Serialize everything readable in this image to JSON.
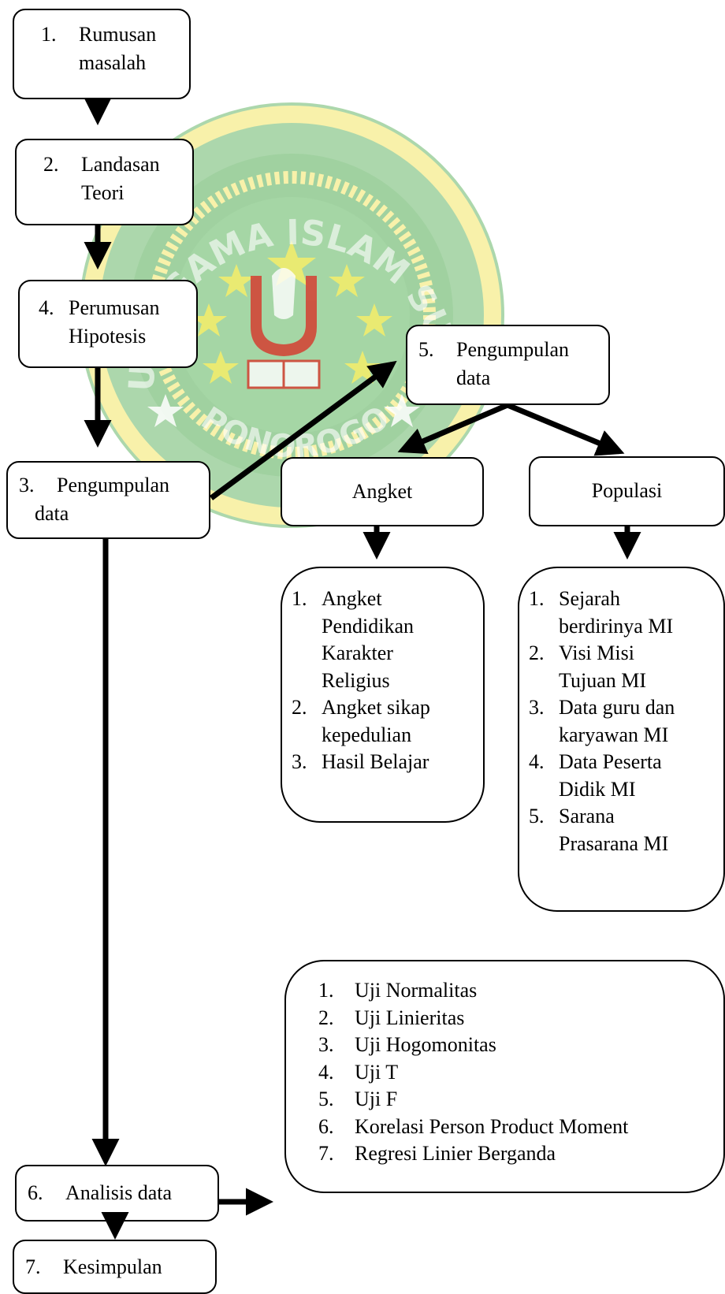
{
  "watermark": {
    "top_text": "INSTITUT AGAMA ISLAM SUNAN GIRI",
    "bottom_text": "PONOROGO",
    "colors": {
      "green": "#2e9b2e",
      "yellow": "#f2e94a",
      "red": "#d8362a"
    }
  },
  "steps": {
    "s1": {
      "num": "1.",
      "lines": [
        "Rumusan",
        "masalah"
      ]
    },
    "s2": {
      "num": "2.",
      "lines": [
        "Landasan",
        "Teori"
      ]
    },
    "s4": {
      "num": "4.",
      "lines": [
        "Perumusan",
        "Hipotesis"
      ]
    },
    "s3": {
      "num": "3.",
      "lines": [
        "Pengumpulan",
        "data"
      ]
    },
    "s5": {
      "num": "5.",
      "lines": [
        "Pengumpulan",
        "data"
      ]
    },
    "s6": {
      "num": "6.",
      "label": "Analisis data"
    },
    "s7": {
      "num": "7.",
      "label": "Kesimpulan"
    }
  },
  "angket": {
    "title": "Angket",
    "items": [
      {
        "num": "1.",
        "lines": [
          "Angket",
          "Pendidikan",
          "Karakter",
          "Religius"
        ]
      },
      {
        "num": "2.",
        "lines": [
          "Angket sikap",
          "kepedulian"
        ]
      },
      {
        "num": "3.",
        "lines": [
          "Hasil Belajar"
        ]
      }
    ]
  },
  "populasi": {
    "title": "Populasi",
    "items": [
      {
        "num": "1.",
        "lines": [
          "Sejarah",
          "berdirinya MI"
        ]
      },
      {
        "num": "2.",
        "lines": [
          "Visi Misi",
          "Tujuan MI"
        ]
      },
      {
        "num": "3.",
        "lines": [
          "Data guru dan",
          "karyawan MI"
        ]
      },
      {
        "num": "4.",
        "lines": [
          "Data Peserta",
          "Didik MI"
        ]
      },
      {
        "num": "5.",
        "lines": [
          "Sarana",
          "Prasarana MI"
        ]
      }
    ]
  },
  "analisis": {
    "items": [
      {
        "num": "1.",
        "label": "Uji Normalitas"
      },
      {
        "num": "2.",
        "label": "Uji Linieritas"
      },
      {
        "num": "3.",
        "label": "Uji Hogomonitas"
      },
      {
        "num": "4.",
        "label": "Uji T"
      },
      {
        "num": "5.",
        "label": "Uji F"
      },
      {
        "num": "6.",
        "label": "Korelasi Person Product Moment"
      },
      {
        "num": "7.",
        "label": "Regresi Linier Berganda"
      }
    ]
  }
}
